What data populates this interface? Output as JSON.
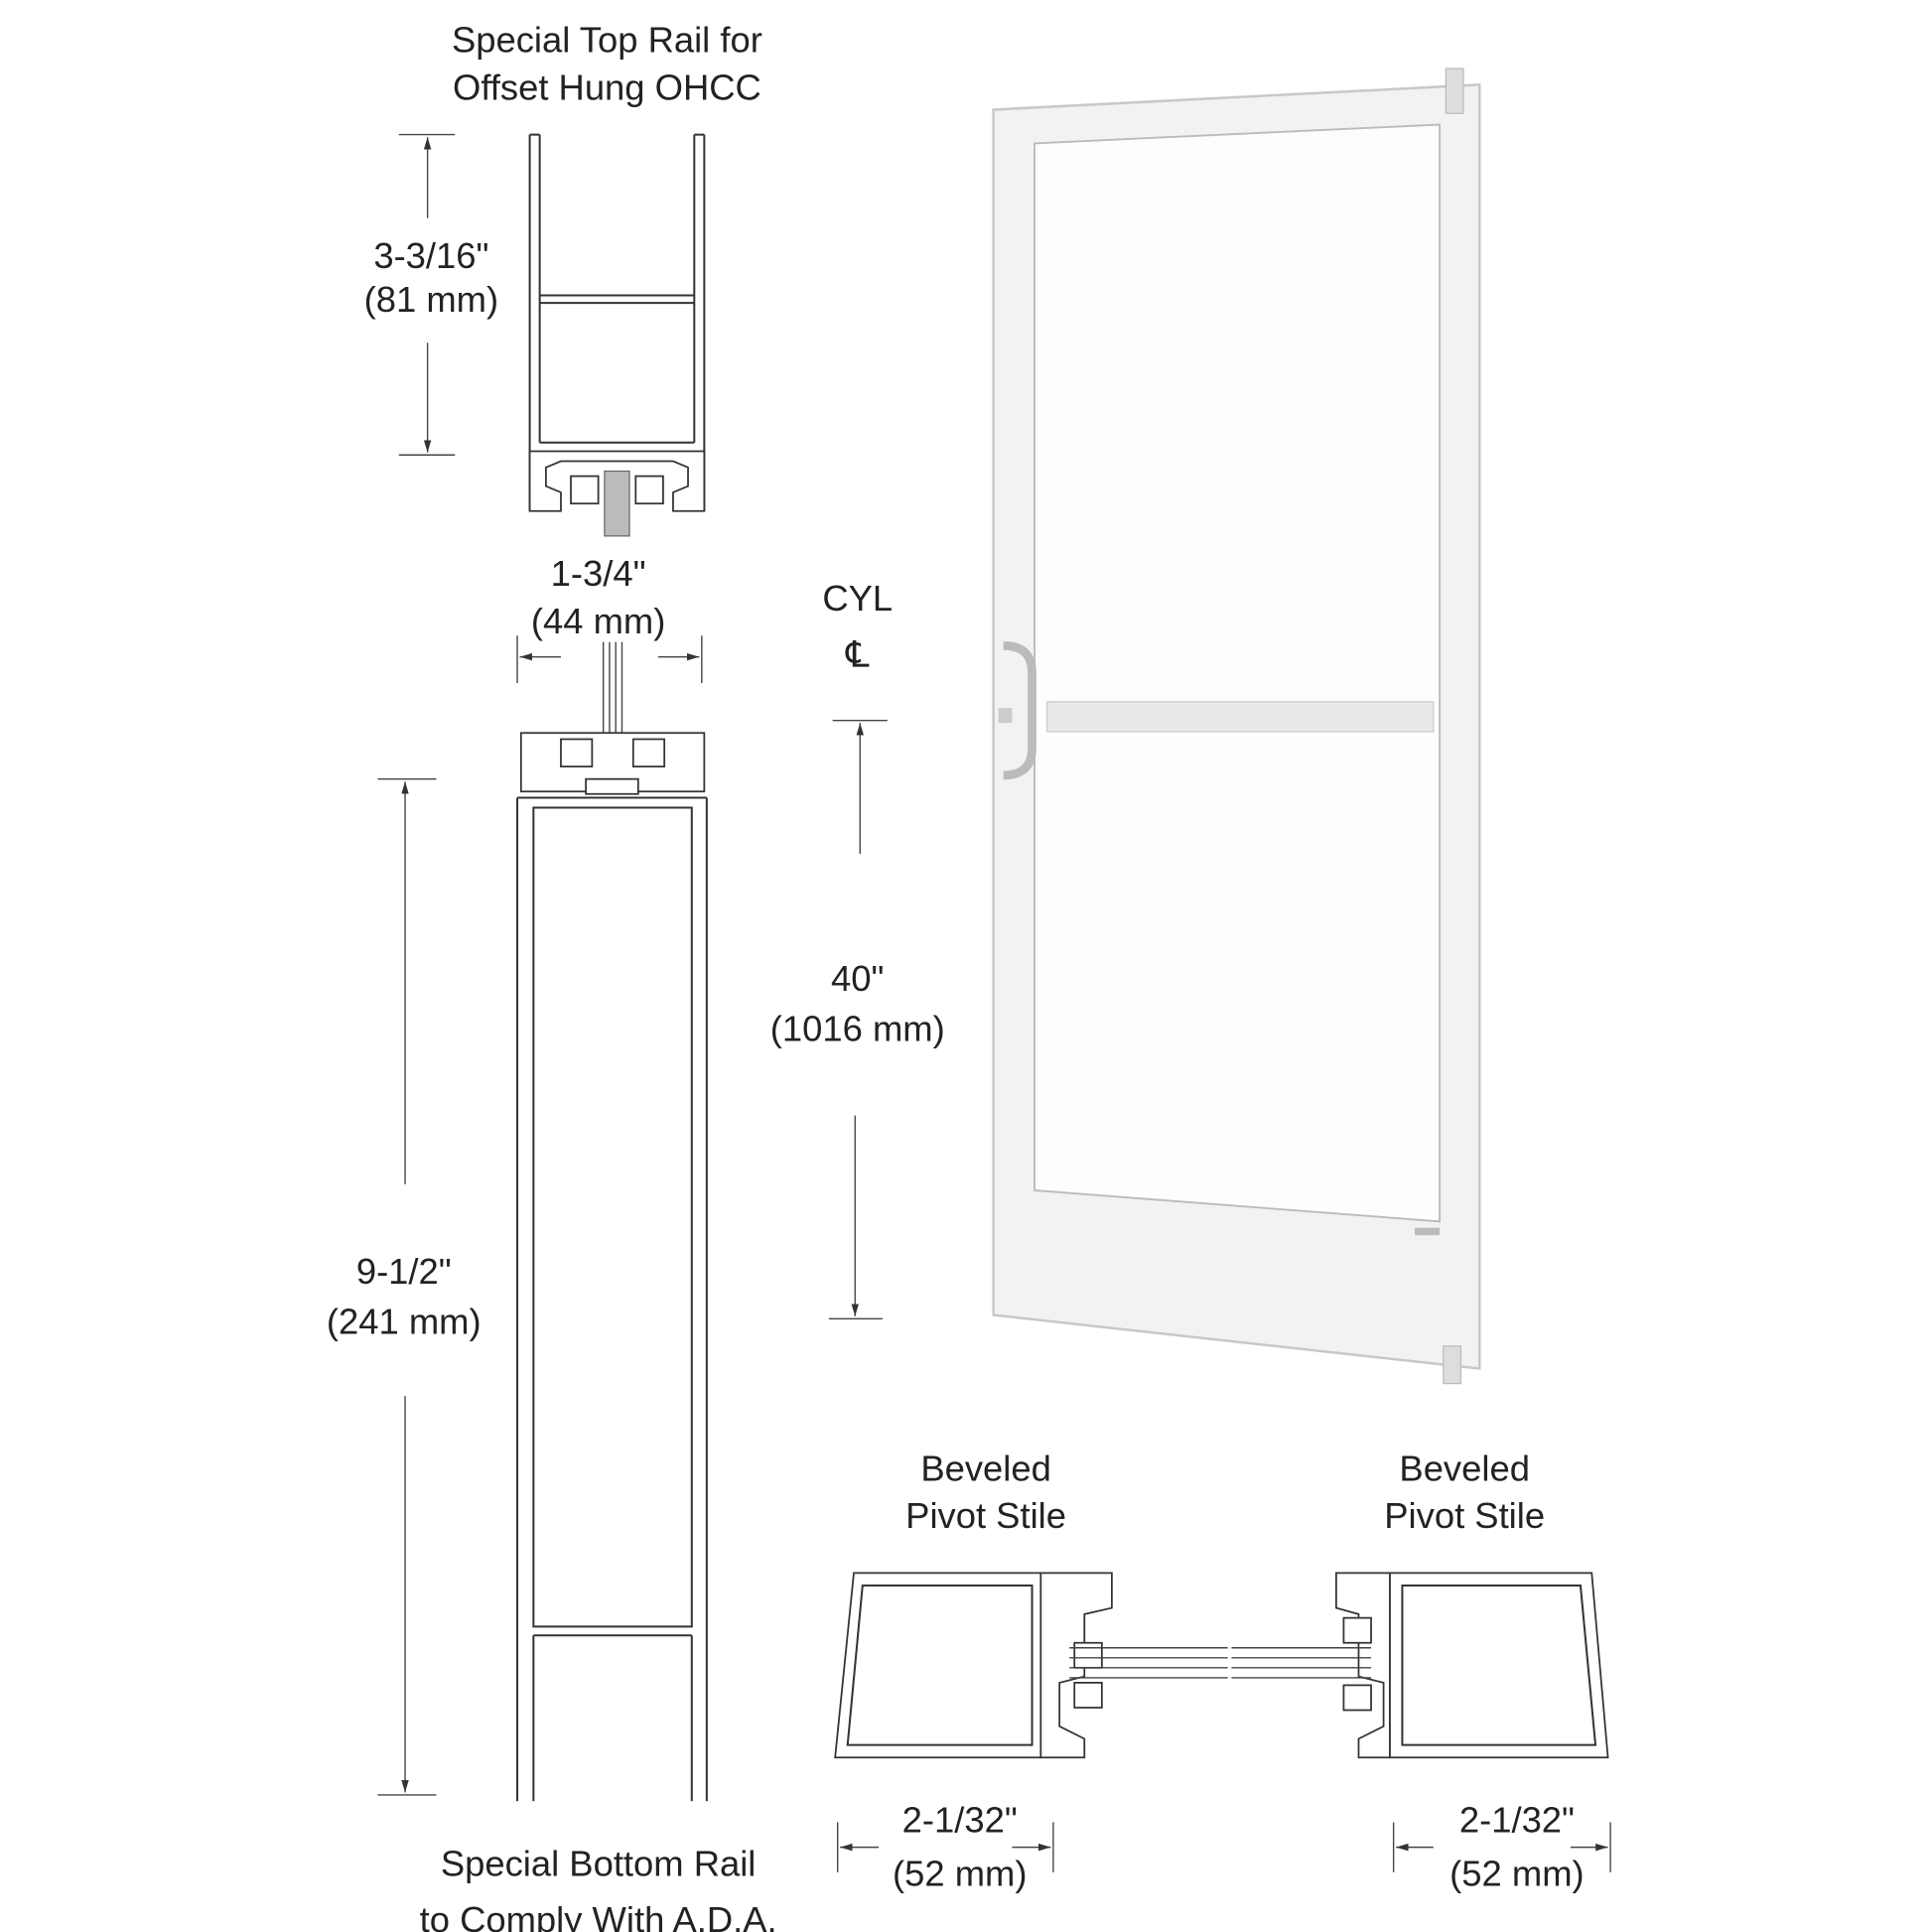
{
  "labels": {
    "top_rail_line1": "Special Top Rail for",
    "top_rail_line2": "Offset Hung OHCC",
    "top_rail_height_in": "3-3/16\"",
    "top_rail_height_mm": "(81 mm)",
    "depth_in": "1-3/4\"",
    "depth_mm": "(44 mm)",
    "cyl": "CYL",
    "centerline": "℄",
    "cyl_height_in": "40\"",
    "cyl_height_mm": "(1016 mm)",
    "bottom_rail_height_in": "9-1/2\"",
    "bottom_rail_height_mm": "(241 mm)",
    "bottom_rail_line1": "Special Bottom Rail",
    "bottom_rail_line2": "to Comply With A.D.A.",
    "stile_left_line1": "Beveled",
    "stile_left_line2": "Pivot Stile",
    "stile_right_line1": "Beveled",
    "stile_right_line2": "Pivot Stile",
    "stile_left_width_in": "2-1/32\"",
    "stile_left_width_mm": "(52 mm)",
    "stile_right_width_in": "2-1/32\"",
    "stile_right_width_mm": "(52 mm)"
  },
  "colors": {
    "line": "#333333",
    "door_frame": "#f2f2f2",
    "glass": "#fbfdff"
  }
}
